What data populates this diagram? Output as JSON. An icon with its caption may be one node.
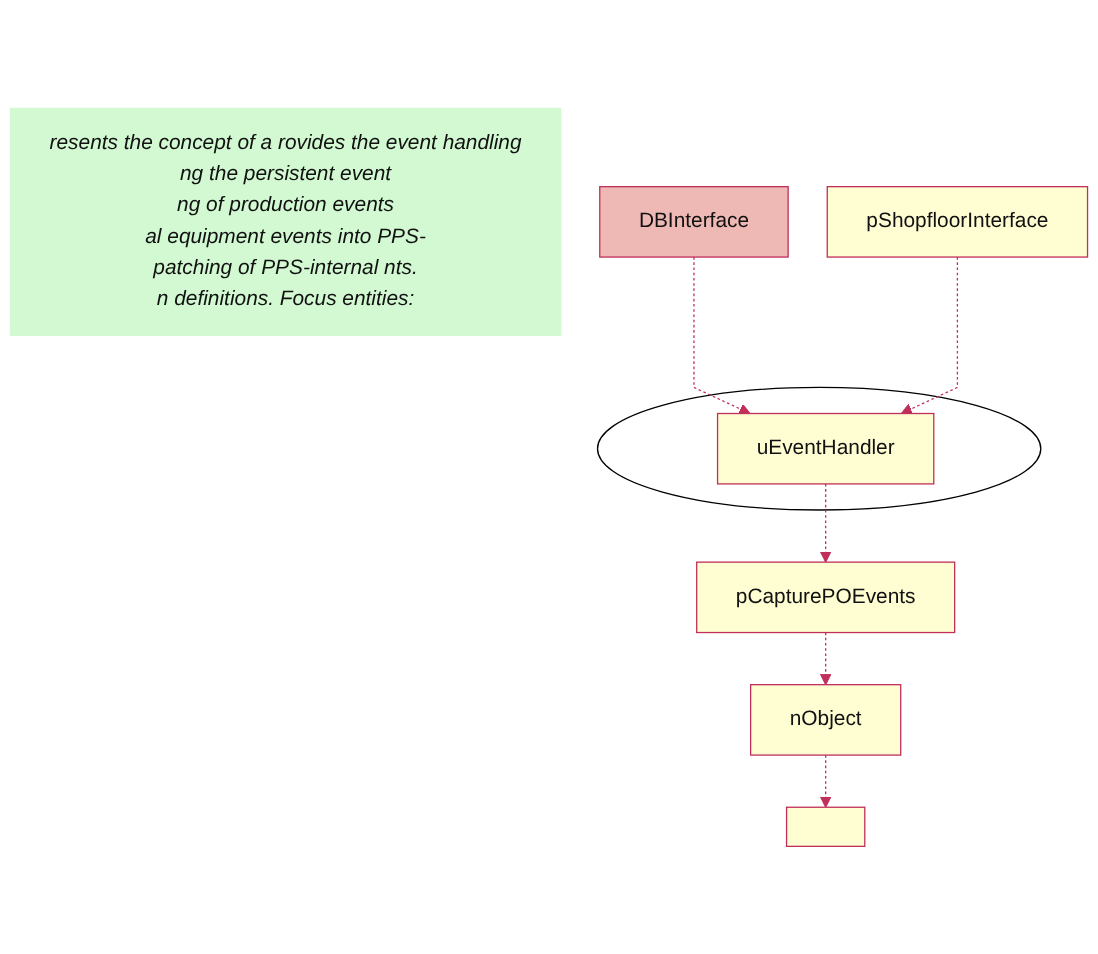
{
  "diagram": {
    "nodes": [
      {
        "text": [
          "resents the concept of a rovides the event handling",
          "ng the persistent event",
          "ng of production events",
          "al equipment events into PPS-",
          "patching of PPS-internal nts.",
          "n definitions. Focus entities:"
        ]
      },
      {
        "text": [
          "DBInterface"
        ]
      },
      {
        "text": [
          "pShopfloorInterface"
        ]
      },
      {
        "text": [
          "uEventHandler"
        ],
        "in": 4
      },
      {
        "text": [],
        "shape": "ellipse"
      },
      {
        "text": [
          "pCapturePOEvents"
        ]
      },
      {
        "text": [
          "nObject"
        ]
      },
      {
        "text": [],
        "shape": "box"
      }
    ],
    "edges": [
      {
        "from": 1,
        "to": 3,
        "arrow": "to",
        "style": "dashed"
      },
      {
        "from": 2,
        "to": 3,
        "arrow": "to",
        "style": "dashed"
      },
      {
        "from": 3,
        "to": 5,
        "arrow": "to",
        "style": "dashed"
      },
      {
        "from": 5,
        "to": 6,
        "arrow": "to",
        "style": "dashed"
      },
      {
        "from": 6,
        "to": 7,
        "arrow": "to",
        "style": "dashed"
      }
    ]
  }
}
